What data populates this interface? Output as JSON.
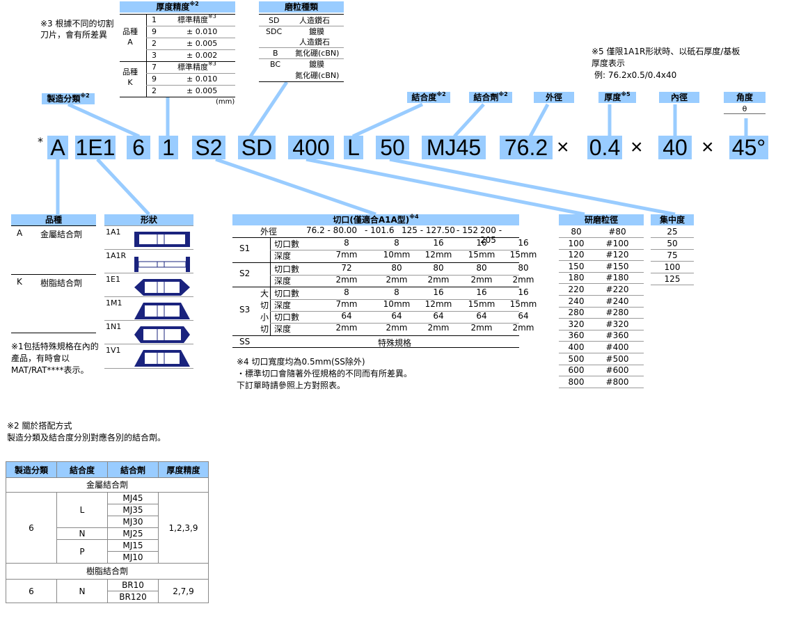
{
  "note3": "※3 根據不同的切割刀片，會有所差異",
  "thickness_table": {
    "title": "厚度精度",
    "title_sup": "※2",
    "groups": [
      {
        "label": "品種\nA",
        "rows": [
          [
            "1",
            "標準精度"
          ],
          [
            "9",
            "± 0.010"
          ],
          [
            "2",
            "± 0.005"
          ],
          [
            "3",
            "± 0.002"
          ]
        ]
      },
      {
        "label": "品種\nK",
        "rows": [
          [
            "7",
            "標準精度"
          ],
          [
            "9",
            "± 0.010"
          ],
          [
            "2",
            "± 0.005"
          ]
        ]
      }
    ],
    "std_sup": "※3",
    "unit": "(mm)"
  },
  "abrasive_table": {
    "title": "磨粒種類",
    "rows": [
      [
        "SD",
        "人造鑽石"
      ],
      [
        "SDC",
        "鍍膜"
      ],
      [
        "",
        "人造鑽石"
      ],
      [
        "B",
        "氮化硼(cBN)"
      ],
      [
        "BC",
        "鍍膜"
      ],
      [
        "",
        "氮化硼(cBN)"
      ]
    ]
  },
  "note5": {
    "line1": "※5 僅限1A1R形狀時、以砥石厚度/基板",
    "line2": "厚度表示",
    "line3": "例: 76.2x0.5/0.4x40"
  },
  "labels": {
    "category": "製造分類",
    "category_sup": "※2",
    "bond_grade": "結合度",
    "bond_grade_sup": "※2",
    "bond": "結合劑",
    "bond_sup": "※2",
    "od": "外徑",
    "thickness": "厚度",
    "thickness_sup": "※5",
    "id": "內徑",
    "angle": "角度",
    "angle_sym": "θ"
  },
  "code": {
    "prefix": "*",
    "parts": [
      "A",
      "1E1",
      "6",
      "1",
      "S2",
      "SD",
      "400",
      "L",
      "50",
      "MJ45",
      "76.2",
      "0.4",
      "40",
      "45°"
    ],
    "times": "×"
  },
  "variety_table": {
    "title": "品種",
    "rows": [
      [
        "A",
        "金屬結合劑"
      ],
      [
        "K",
        "樹脂結合劑"
      ]
    ]
  },
  "shape_table": {
    "title": "形狀",
    "items": [
      "1A1",
      "1A1R",
      "1E1",
      "1M1",
      "1N1",
      "1V1"
    ]
  },
  "note1": "※1包括特殊規格在內的產品，有時會以MAT/RAT****表示。",
  "slot_table": {
    "title": "切口(僅適合A1A型)",
    "title_sup": "※4",
    "od_label": "外徑",
    "od_values": [
      "76.2 - 80.00",
      "- 101.6",
      "125 - 127.50",
      "- 152.4",
      "200 - 205"
    ],
    "s1": {
      "label": "S1",
      "rows": [
        {
          "name": "切口數",
          "vals": [
            "8",
            "8",
            "16",
            "16",
            "16"
          ]
        },
        {
          "name": "深度",
          "vals": [
            "7mm",
            "10mm",
            "12mm",
            "15mm",
            "15mm"
          ]
        }
      ]
    },
    "s2": {
      "label": "S2",
      "rows": [
        {
          "name": "切口數",
          "vals": [
            "72",
            "80",
            "80",
            "80",
            "80"
          ]
        },
        {
          "name": "深度",
          "vals": [
            "2mm",
            "2mm",
            "2mm",
            "2mm",
            "2mm"
          ]
        }
      ]
    },
    "s3": {
      "label": "S3",
      "rows": [
        {
          "pre": "大",
          "name": "切口數",
          "vals": [
            "8",
            "8",
            "16",
            "16",
            "16"
          ]
        },
        {
          "pre": "切",
          "name": "深度",
          "vals": [
            "7mm",
            "10mm",
            "12mm",
            "15mm",
            "15mm"
          ]
        },
        {
          "pre": "小",
          "name": "切口數",
          "vals": [
            "64",
            "64",
            "64",
            "64",
            "64"
          ]
        },
        {
          "pre": "切",
          "name": "深度",
          "vals": [
            "2mm",
            "2mm",
            "2mm",
            "2mm",
            "2mm"
          ]
        }
      ]
    },
    "ss": {
      "label": "SS",
      "value": "特殊規格"
    }
  },
  "note4": {
    "line1": "※4 切口寬度均為0.5mm(SS除外)",
    "line2": "・標準切口會隨著外徑規格的不同而有所差異。",
    "line3": "下訂單時請參照上方對照表。"
  },
  "grit_table": {
    "title": "研磨粒徑",
    "rows": [
      [
        "80",
        "#80"
      ],
      [
        "100",
        "#100"
      ],
      [
        "120",
        "#120"
      ],
      [
        "150",
        "#150"
      ],
      [
        "180",
        "#180"
      ],
      [
        "220",
        "#220"
      ],
      [
        "240",
        "#240"
      ],
      [
        "280",
        "#280"
      ],
      [
        "320",
        "#320"
      ],
      [
        "360",
        "#360"
      ],
      [
        "400",
        "#400"
      ],
      [
        "500",
        "#500"
      ],
      [
        "600",
        "#600"
      ],
      [
        "800",
        "#800"
      ]
    ]
  },
  "conc_table": {
    "title": "集中度",
    "rows": [
      "25",
      "50",
      "75",
      "100",
      "125"
    ]
  },
  "note2": {
    "line1": "※2 關於搭配方式",
    "line2": "製造分類及結合度分別對應各別的結合劑。"
  },
  "bond_table": {
    "headers": [
      "製造分類",
      "結合度",
      "結合劑",
      "厚度精度"
    ],
    "metal_label": "金屬結合劑",
    "metal": {
      "cat": "6",
      "L": "L",
      "N": "N",
      "P": "P",
      "bonds": [
        "MJ45",
        "MJ35",
        "MJ30",
        "MJ25",
        "MJ15",
        "MJ10"
      ],
      "prec": "1,2,3,9"
    },
    "resin_label": "樹脂結合劑",
    "resin": {
      "cat": "6",
      "grade": "N",
      "bonds": [
        "BR10",
        "BR120"
      ],
      "prec": "2,7,9"
    }
  }
}
